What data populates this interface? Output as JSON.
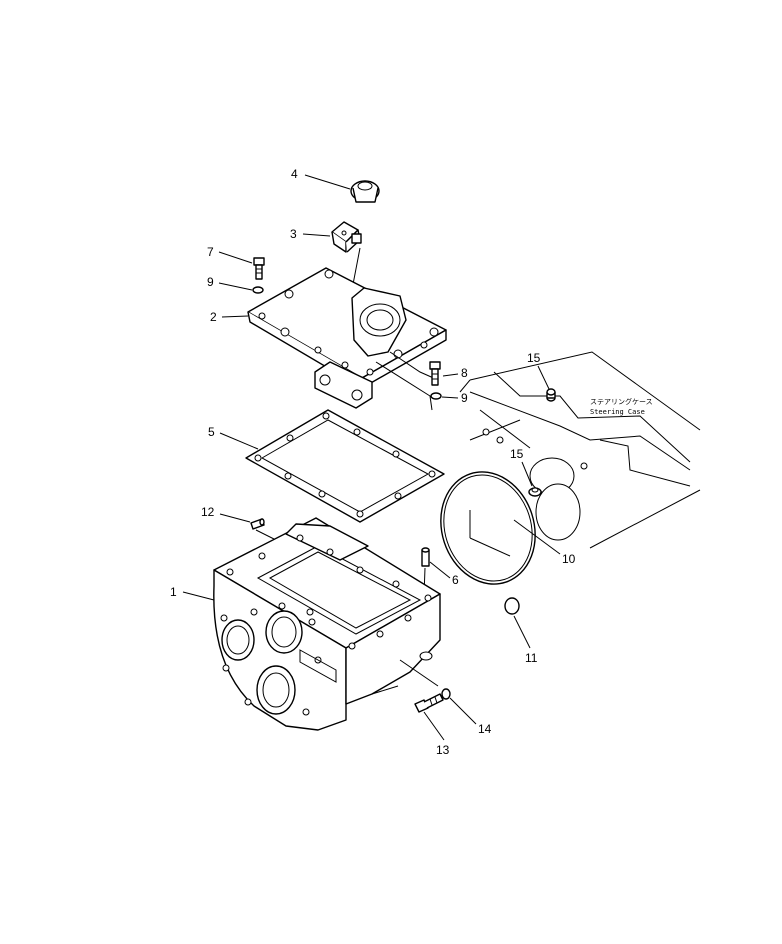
{
  "callouts": {
    "c1": "1",
    "c2": "2",
    "c3": "3",
    "c4": "4",
    "c5": "5",
    "c6": "6",
    "c7": "7",
    "c8": "8",
    "c9a": "9",
    "c9b": "9",
    "c10": "10",
    "c11": "11",
    "c12": "12",
    "c13": "13",
    "c14": "14",
    "c15a": "15",
    "c15b": "15"
  },
  "case_label": {
    "japanese": "ステアリングケース",
    "english": "Steering Case"
  }
}
